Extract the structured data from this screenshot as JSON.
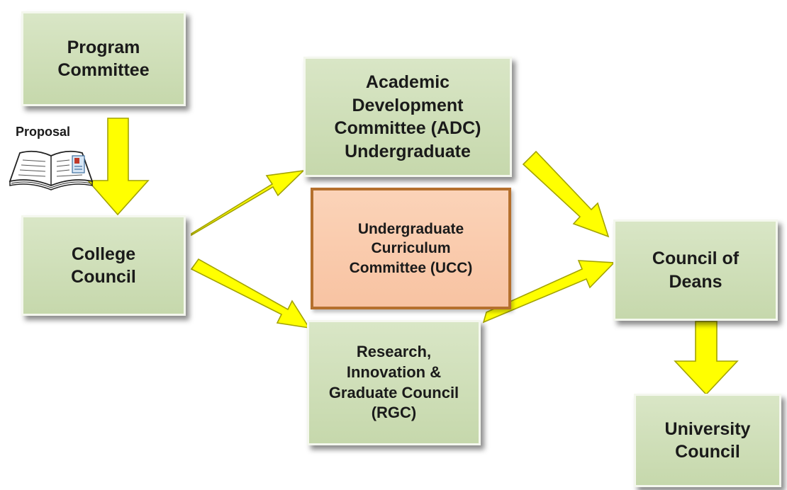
{
  "nodes": {
    "program_committee": "Program\nCommittee",
    "college_council": "College\nCouncil",
    "adc": "Academic\nDevelopment\nCommittee (ADC)\nUndergraduate",
    "ucc": "Undergraduate\nCurriculum\nCommittee (UCC)",
    "rgc": "Research,\nInnovation &\nGraduate Council\n(RGC)",
    "council_of_deans": "Council of\nDeans",
    "university_council": "University\nCouncil"
  },
  "proposal_label": "Proposal",
  "icons": {
    "proposal_document": "open-book-icon"
  },
  "colors": {
    "node_fill": "#cfdfb8",
    "ucc_fill": "#f9c9a9",
    "ucc_border": "#b5702d",
    "arrow_fill": "#ffff00"
  },
  "edges": [
    [
      "program_committee",
      "college_council"
    ],
    [
      "college_council",
      "adc"
    ],
    [
      "college_council",
      "rgc"
    ],
    [
      "adc",
      "council_of_deans"
    ],
    [
      "rgc",
      "council_of_deans"
    ],
    [
      "council_of_deans",
      "university_council"
    ]
  ]
}
